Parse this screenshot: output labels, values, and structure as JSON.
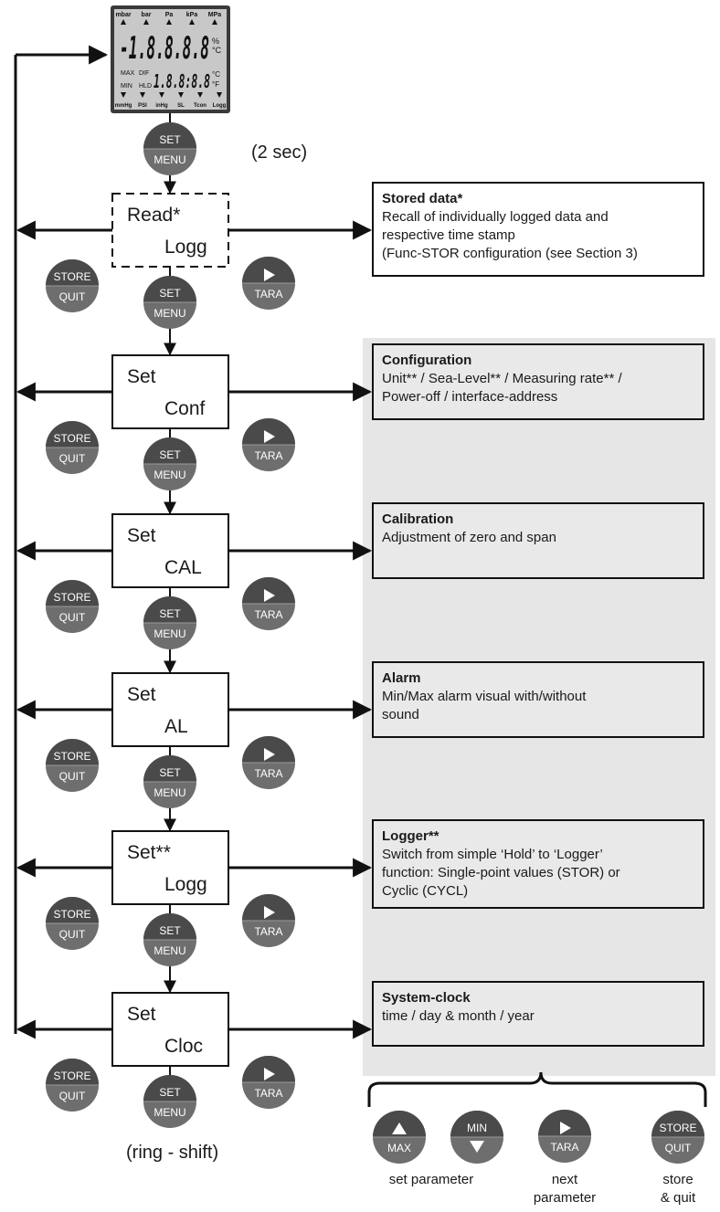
{
  "lcd": {
    "top_units": [
      "mbar",
      "bar",
      "Pa",
      "kPa",
      "MPa"
    ],
    "main_digits": "-1.8.8.8.8",
    "main_suffix_top": "%",
    "main_suffix_bottom": "°C",
    "flags_left": [
      "MAX",
      "MIN"
    ],
    "flags_mid": [
      "DIF",
      "HLD"
    ],
    "sub_digits": "1.8.8:8.8",
    "sub_suffix_top": "°C",
    "sub_suffix_bottom": "°F",
    "bottom_units": [
      "mmHg",
      "PSI",
      "inHg",
      "SL",
      "Tcon",
      "Logg"
    ]
  },
  "start_hint": "(2 sec)",
  "end_hint": "(ring - shift)",
  "buttons": {
    "set_top": "SET",
    "set_bottom": "MENU",
    "store_top": "STORE",
    "store_bottom": "QUIT",
    "tara": "TARA",
    "max": "MAX",
    "min": "MIN"
  },
  "steps": [
    {
      "line1": "Read*",
      "line2": "Logg",
      "dashed": true,
      "info_title": "Stored data*",
      "info_lines": [
        "Recall of individually logged data and",
        "respective time stamp",
        "(Func-STOR configuration (see Section 3)"
      ]
    },
    {
      "line1": "Set",
      "line2": "Conf",
      "dashed": false,
      "info_title": "Configuration",
      "info_lines": [
        "Unit** / Sea-Level** / Measuring rate** /",
        "Power-off / interface-address"
      ]
    },
    {
      "line1": "Set",
      "line2": "CAL",
      "dashed": false,
      "info_title": "Calibration",
      "info_lines": [
        "Adjustment of zero and span"
      ]
    },
    {
      "line1": "Set",
      "line2": "AL",
      "dashed": false,
      "info_title": "Alarm",
      "info_lines": [
        "Min/Max alarm visual with/without",
        "sound"
      ]
    },
    {
      "line1": "Set**",
      "line2": "Logg",
      "dashed": false,
      "info_title": "Logger**",
      "info_lines": [
        "Switch from simple ‘Hold’ to ‘Logger’",
        "function: Single-point values (STOR) or",
        "Cyclic (CYCL)"
      ]
    },
    {
      "line1": "Set",
      "line2": "Cloc",
      "dashed": false,
      "info_title": "System-clock",
      "info_lines": [
        "time / day & month / year"
      ]
    }
  ],
  "legend": {
    "set_parameter": "set parameter",
    "next_parameter_1": "next",
    "next_parameter_2": "parameter",
    "store_quit_1": "store",
    "store_quit_2": "& quit"
  },
  "colors": {
    "button_top": "#4a4a4a",
    "button_bottom": "#6e6e6e",
    "panel": "#e6e6e6",
    "lcd_face": "#c8c8c8",
    "line": "#111111"
  }
}
